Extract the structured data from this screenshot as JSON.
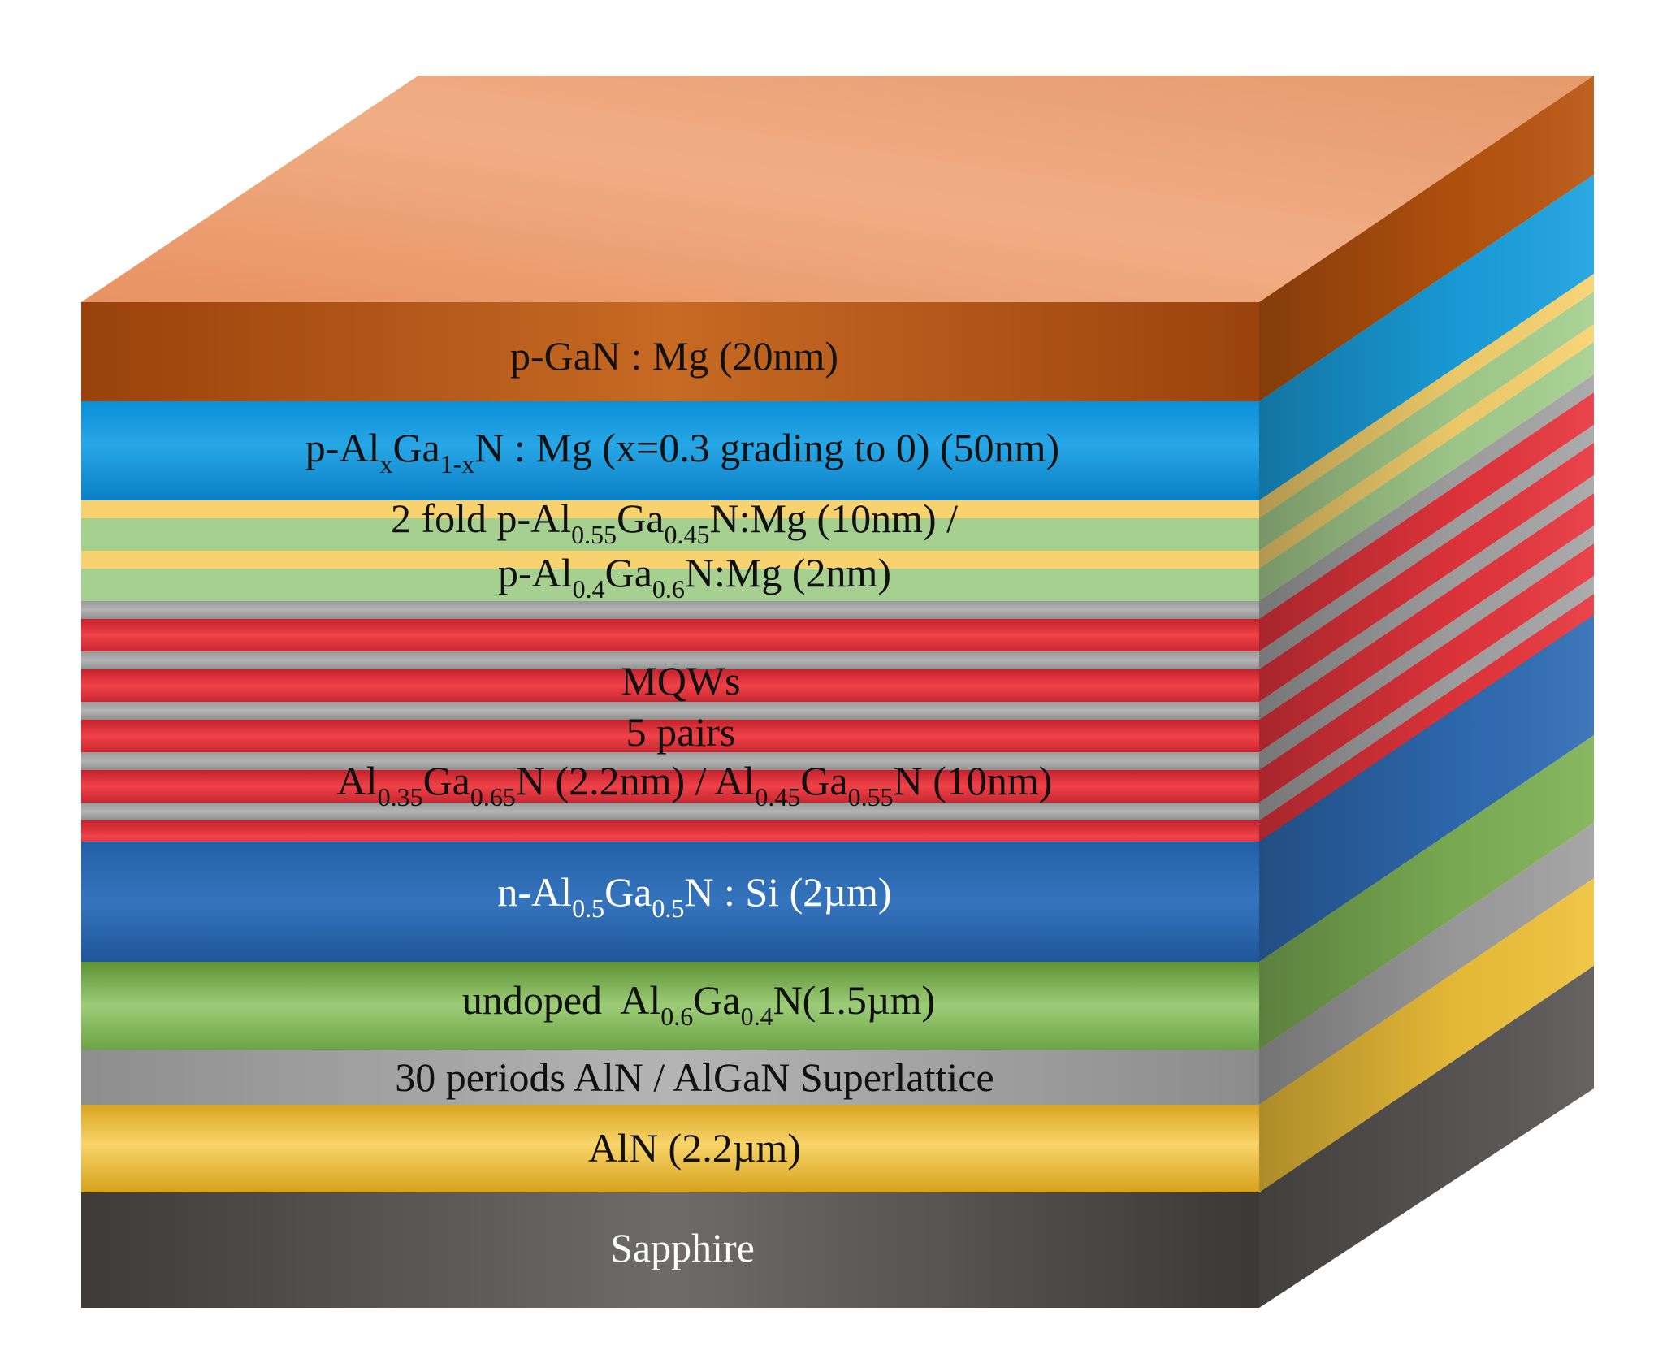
{
  "diagram": {
    "layers": {
      "p_gan": {
        "label": "p-GaN : Mg (20nm)",
        "front_color": "#bd5a14",
        "top_color": "#eba47a",
        "side_color": "#b8540e"
      },
      "p_algan_graded": {
        "label_parts": [
          "p-Al",
          "x",
          "Ga",
          "1-x",
          "N : Mg (x=0.3 grading to 0) (50nm)"
        ],
        "color": "#1aa1e0"
      },
      "ebl_superlattice": {
        "line1_parts": [
          "2 fold p-Al",
          "0.55",
          "Ga",
          "0.45",
          "N:Mg (10nm) /"
        ],
        "line2_parts": [
          "p-Al",
          "0.4",
          "Ga",
          "0.6",
          "N:Mg (2nm)"
        ],
        "colors": [
          "#f7d26e",
          "#a6d08f"
        ]
      },
      "mqw": {
        "title": "MQWs",
        "pairs_label": "5 pairs",
        "label_parts": [
          "Al",
          "0.35",
          "Ga",
          "0.65",
          "N (2.2nm) / Al",
          "0.45",
          "Ga",
          "0.55",
          "N (10nm)"
        ],
        "barrier_color": "#a5a5a5",
        "well_color": "#e8353d"
      },
      "n_algan": {
        "label_parts": [
          "n-Al",
          "0.5",
          "Ga",
          "0.5",
          "N : Si (2µm)"
        ],
        "color": "#2f6cb5"
      },
      "undoped_algan": {
        "label_parts": [
          "undoped  Al",
          "0.6",
          "Ga",
          "0.4",
          "N(1.5µm)"
        ],
        "color": "#7fb256"
      },
      "aln_algan_sl": {
        "label": "30 periods AlN / AlGaN Superlattice",
        "color": "#a0a0a0"
      },
      "aln": {
        "label": "AlN (2.2µm)",
        "color": "#f0c23a"
      },
      "sapphire": {
        "label": "Sapphire",
        "color": "#5b5757"
      }
    }
  }
}
